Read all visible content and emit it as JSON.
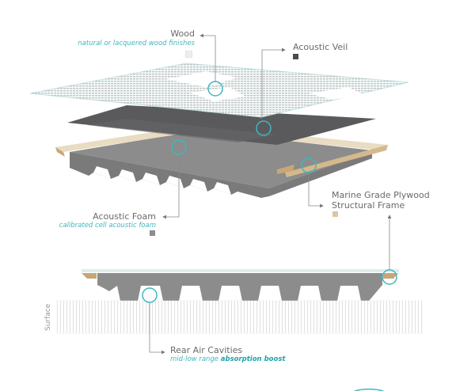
{
  "labels": {
    "wood": {
      "title": "Wood",
      "subtitle": "natural or lacquered wood finishes",
      "color": "#eeeeee"
    },
    "veil": {
      "title": "Acoustic Veil",
      "color": "#4a4a4a"
    },
    "foam": {
      "title": "Acoustic Foam",
      "subtitle": "calibrated cell acoustic foam",
      "color": "#8c8c8c"
    },
    "frame": {
      "title_line1": "Marine Grade Plywood",
      "title_line2": "Structural Frame",
      "color": "#d9c8a0"
    },
    "cavities": {
      "title": "Rear Air Cavities",
      "subtitle_plain": "mid-low range ",
      "subtitle_bold": "absorption boost"
    },
    "surface": "Surface"
  },
  "colors": {
    "accent": "#3fb7bd",
    "foam": "#8c8c8c",
    "veil": "#5a5a5c",
    "wood_frame": "#d9c8a0"
  }
}
